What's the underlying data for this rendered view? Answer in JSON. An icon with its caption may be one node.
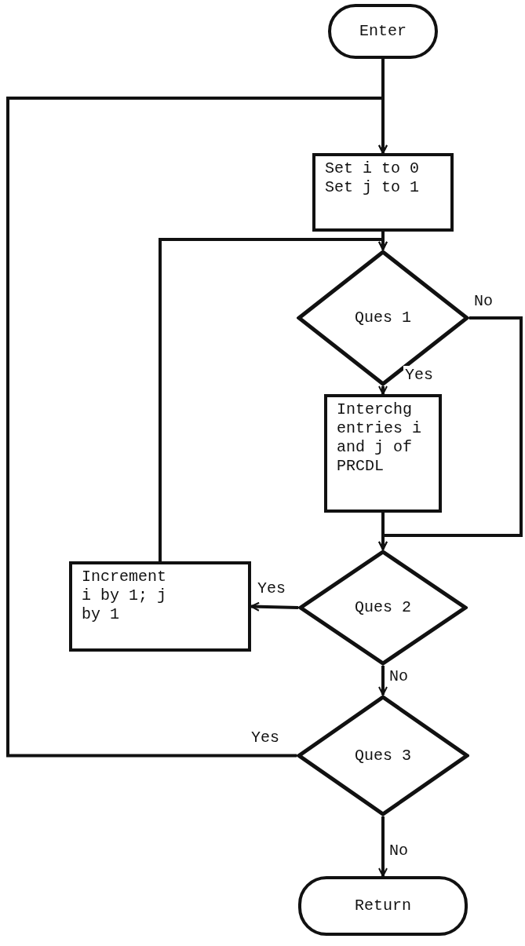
{
  "diagram": {
    "nodes": [
      {
        "text": [
          "Enter"
        ]
      },
      {
        "text": [
          "Set i to 0",
          "Set j to 1"
        ]
      },
      {
        "text": [
          "Ques 1"
        ]
      },
      {
        "text": [
          "Interchg entries i and j of PRCDL"
        ]
      },
      {
        "text": [
          "Increment i by 1; j by 1"
        ]
      },
      {
        "text": [
          "Ques 2"
        ]
      },
      {
        "text": [
          "Ques 3"
        ]
      },
      {
        "text": [
          "Return"
        ]
      }
    ],
    "edges": [
      {
        "from": 0,
        "to": 1,
        "arrow": "to"
      },
      {
        "from": 1,
        "to": 2,
        "arrow": "to"
      },
      {
        "from": 2,
        "to": 3,
        "arrow": "to",
        "label": "Yes"
      },
      {
        "from": 2,
        "to": 5,
        "arrow": "to",
        "label": "No"
      },
      {
        "from": 3,
        "to": 5,
        "arrow": "to"
      },
      {
        "from": 5,
        "to": 4,
        "arrow": "to",
        "label": "Yes"
      },
      {
        "from": 4,
        "to": 2,
        "arrow": "to"
      },
      {
        "from": 5,
        "to": 6,
        "arrow": "to",
        "label": "No"
      },
      {
        "from": 6,
        "to": 1,
        "arrow": "to",
        "label": "Yes"
      },
      {
        "from": 6,
        "to": 7,
        "arrow": "to",
        "label": "No"
      }
    ]
  }
}
